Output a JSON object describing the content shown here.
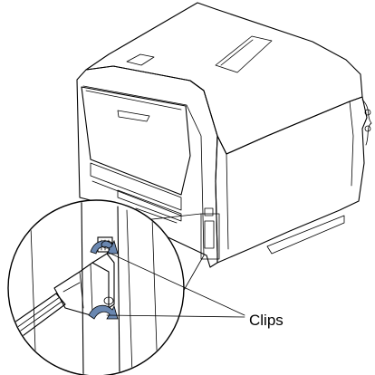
{
  "diagram": {
    "callout_label": "Clips",
    "colors": {
      "line": "#000000",
      "background": "#ffffff",
      "arrow_fill": "#6a87b0"
    },
    "icons": [
      "printer-illustration",
      "magnifier-circle",
      "parallel-cable-icon",
      "clip-arrow-icon"
    ]
  }
}
